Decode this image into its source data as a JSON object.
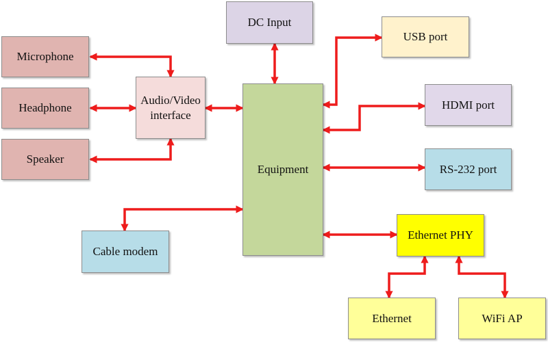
{
  "colors": {
    "wire": "#ee1c1c",
    "audio_peripheral": "#e0b4b0",
    "av_interface": "#f5dcdb",
    "equipment": "#c4d79b",
    "dc_input": "#dcd4e6",
    "usb": "#fff2cc",
    "display_port": "#e1d8ea",
    "serial_port": "#b7dde8",
    "cable_modem": "#b7dde8",
    "ethernet_phy": "#ffff00",
    "ethernet": "#ffff99",
    "wifi": "#ffff99"
  },
  "blocks": {
    "microphone": "Microphone",
    "headphone": "Headphone",
    "speaker": "Speaker",
    "av_interface": "Audio/Video\ninterface",
    "dc_input": "DC Input",
    "equipment": "Equipment",
    "usb_port": "USB port",
    "hdmi_port": "HDMI port",
    "rs232_port": "RS-232 port",
    "ethernet_phy": "Ethernet PHY",
    "cable_modem": "Cable modem",
    "ethernet": "Ethernet",
    "wifi_ap": "WiFi AP"
  },
  "connections": [
    {
      "from": "microphone",
      "to": "av_interface",
      "direction": "both"
    },
    {
      "from": "headphone",
      "to": "av_interface",
      "direction": "both"
    },
    {
      "from": "speaker",
      "to": "av_interface",
      "direction": "both"
    },
    {
      "from": "av_interface",
      "to": "equipment",
      "direction": "both"
    },
    {
      "from": "dc_input",
      "to": "equipment",
      "direction": "both"
    },
    {
      "from": "equipment",
      "to": "usb_port",
      "direction": "both"
    },
    {
      "from": "equipment",
      "to": "hdmi_port",
      "direction": "both"
    },
    {
      "from": "equipment",
      "to": "rs232_port",
      "direction": "both"
    },
    {
      "from": "equipment",
      "to": "cable_modem",
      "direction": "both"
    },
    {
      "from": "equipment",
      "to": "ethernet_phy",
      "direction": "both"
    },
    {
      "from": "ethernet_phy",
      "to": "ethernet",
      "direction": "both"
    },
    {
      "from": "ethernet_phy",
      "to": "wifi_ap",
      "direction": "both"
    }
  ]
}
